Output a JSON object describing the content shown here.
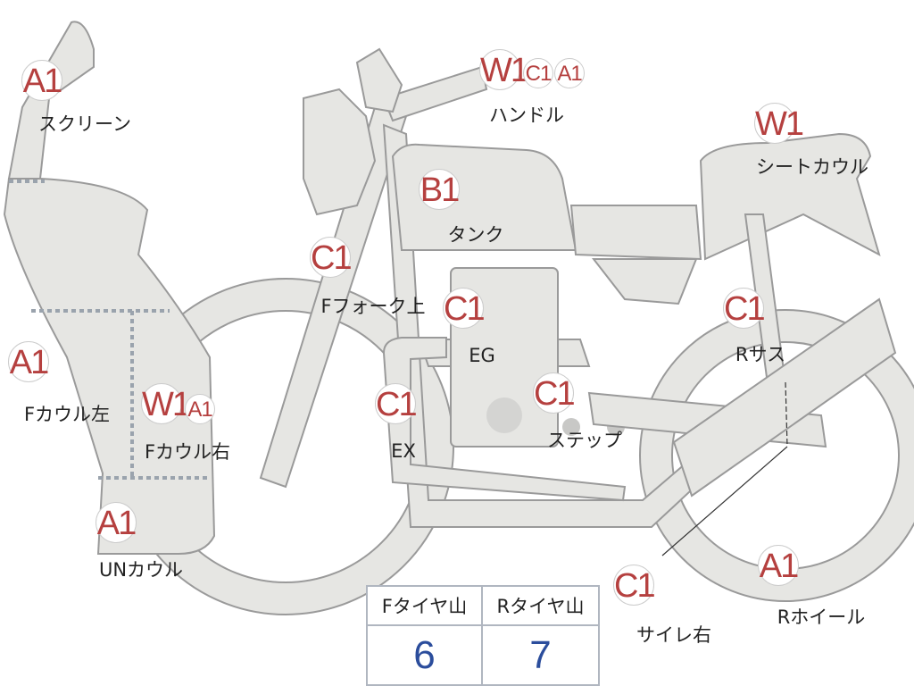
{
  "parts": {
    "screen": {
      "codes": [
        "A1"
      ],
      "label": "スクリーン"
    },
    "handle": {
      "codes": [
        "W1",
        "C1",
        "A1"
      ],
      "label": "ハンドル"
    },
    "seat_cowl": {
      "codes": [
        "W1"
      ],
      "label": "シートカウル"
    },
    "tank": {
      "codes": [
        "B1"
      ],
      "label": "タンク"
    },
    "f_fork_upper": {
      "codes": [
        "C1"
      ],
      "label": "Fフォーク上"
    },
    "engine": {
      "codes": [
        "C1"
      ],
      "label": "EG"
    },
    "r_sus": {
      "codes": [
        "C1"
      ],
      "label": "Rサス"
    },
    "f_cowl_left": {
      "codes": [
        "A1"
      ],
      "label": "Fカウル左"
    },
    "f_cowl_right": {
      "codes": [
        "W1",
        "A1"
      ],
      "label": "Fカウル右"
    },
    "exhaust": {
      "codes": [
        "C1"
      ],
      "label": "EX"
    },
    "step": {
      "codes": [
        "C1"
      ],
      "label": "ステップ"
    },
    "under_cowl": {
      "codes": [
        "A1"
      ],
      "label": "UNカウル"
    },
    "silencer_right": {
      "codes": [
        "C1"
      ],
      "label": "サイレ右"
    },
    "r_wheel": {
      "codes": [
        "A1"
      ],
      "label": "Rホイール"
    }
  },
  "tire_table": {
    "headers": [
      "Fタイヤ山",
      "Rタイヤ山"
    ],
    "values": [
      "6",
      "7"
    ]
  },
  "colors": {
    "code_text": "#b5403f",
    "tire_value": "#2b4d9c",
    "body_fill": "#e6e6e3"
  }
}
